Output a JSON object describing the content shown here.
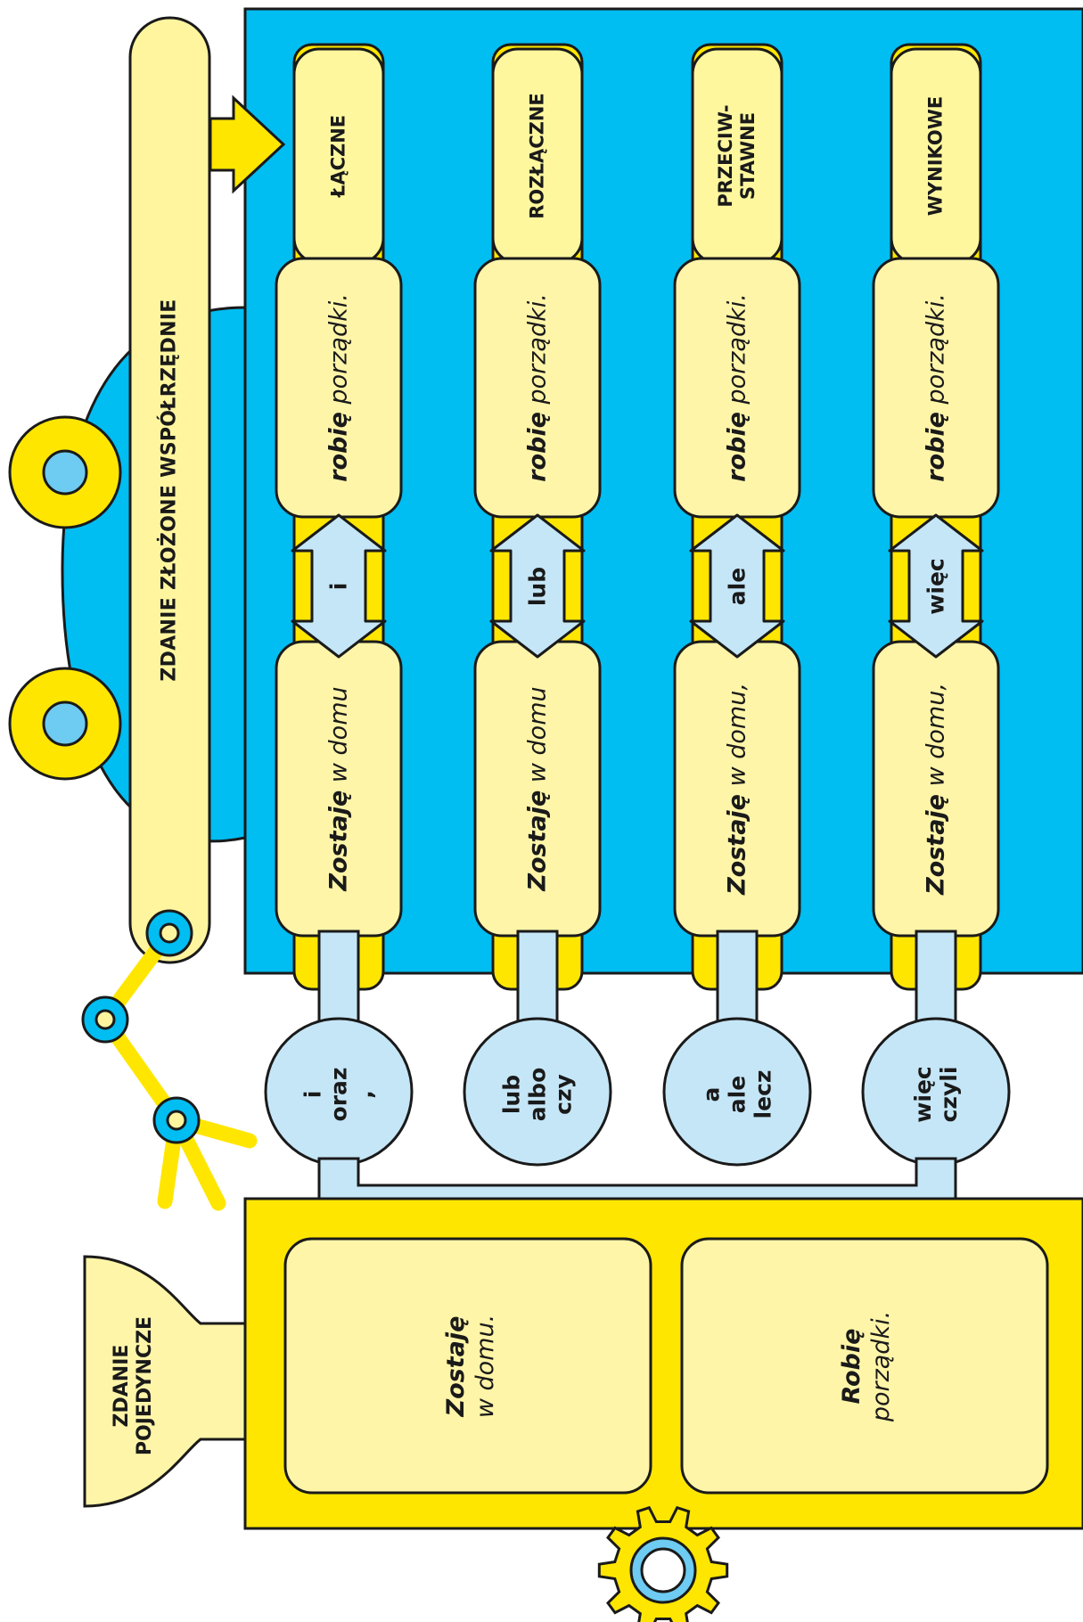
{
  "title": "ZDANIE ZŁOŻONE WSPÓŁRZĘDNIE",
  "simple_sentence": {
    "heading": [
      "ZDANIE",
      "POJEDYNCZE"
    ],
    "sentences": [
      {
        "verb": "Zostaję",
        "rest": "w domu."
      },
      {
        "verb": "Robię",
        "rest": "porządki."
      }
    ]
  },
  "rows": [
    {
      "type_label": [
        "ŁĄCZNE"
      ],
      "clause1_verb": "Zostaję",
      "clause1_rest": " w domu",
      "conjunction": "i",
      "clause2_verb": "robię",
      "clause2_rest": " porządki.",
      "options": [
        "i",
        "oraz",
        ","
      ]
    },
    {
      "type_label": [
        "ROZŁĄCZNE"
      ],
      "clause1_verb": "Zostaję",
      "clause1_rest": " w domu",
      "conjunction": "lub",
      "clause2_verb": "robię",
      "clause2_rest": " porządki.",
      "options": [
        "lub",
        "albo",
        "czy"
      ]
    },
    {
      "type_label": [
        "PRZECIW-",
        "STAWNE"
      ],
      "clause1_verb": "Zostaję",
      "clause1_rest": " w domu,",
      "conjunction": "ale",
      "clause2_verb": "robię",
      "clause2_rest": " porządki.",
      "options": [
        "a",
        "ale",
        "lecz"
      ]
    },
    {
      "type_label": [
        "WYNIKOWE"
      ],
      "clause1_verb": "Zostaję",
      "clause1_rest": " w domu,",
      "conjunction": "więc",
      "clause2_verb": "robię",
      "clause2_rest": " porządki.",
      "options": [
        "więc",
        "czyli"
      ]
    }
  ],
  "colors": {
    "blue": "#00bdf2",
    "light_blue": "#c5e6f7",
    "yellow": "#ffe600",
    "light_yellow": "#fff79e",
    "pale_yellow": "#fff5a8",
    "outline": "#1a1a1a"
  }
}
